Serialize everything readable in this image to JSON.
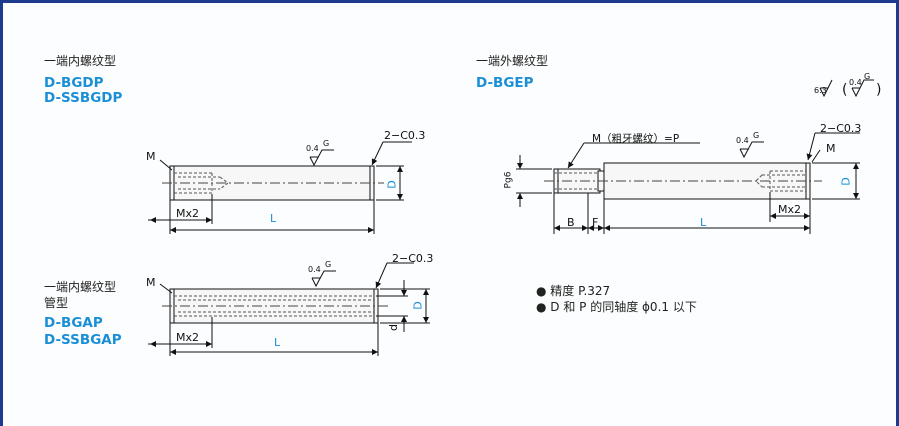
{
  "top_left": {
    "title": "一端内螺纹型",
    "codes": [
      "D-BGDP",
      "D-SSBGDP"
    ],
    "labels": {
      "m": "M",
      "mx2": "Mx2",
      "l": "L",
      "d": "D",
      "chamfer": "2−C0.3",
      "tol_val": "0.4",
      "tol_g": "G"
    }
  },
  "top_right": {
    "title": "一端外螺纹型",
    "codes": [
      "D-BGEP"
    ],
    "thread_label": "M（粗牙螺纹）=P",
    "labels": {
      "pg6": "Pg6",
      "b": "B",
      "f": "F",
      "l": "L",
      "mx2": "Mx2",
      "d": "D",
      "m": "M",
      "chamfer": "2−C0.3",
      "tol_val": "0.4",
      "tol_g": "G"
    },
    "roughness": {
      "main": "6.3",
      "paren_val": "0.4",
      "paren_g": "G"
    }
  },
  "bottom_left": {
    "title_line1": "一端内螺纹型",
    "title_line2": "管型",
    "codes": [
      "D-BGAP",
      "D-SSBGAP"
    ],
    "labels": {
      "m": "M",
      "mx2": "Mx2",
      "l": "L",
      "d_upper": "D",
      "d_lower": "d",
      "chamfer": "2−C0.3",
      "tol_val": "0.4",
      "tol_g": "G"
    }
  },
  "notes": [
    "● 精度 P.327",
    "● D 和 P 的同轴度 ϕ0.1 以下"
  ],
  "colors": {
    "border": "#1d3a8f",
    "code": "#1a8fd6",
    "line": "#111111",
    "shaft_fill": "#f7f7f7"
  }
}
